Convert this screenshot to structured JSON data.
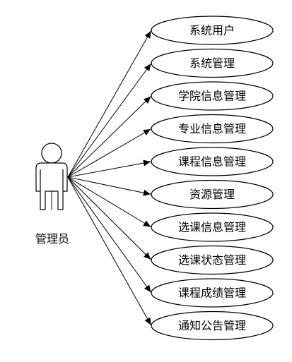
{
  "actor": {
    "label": "管理员"
  },
  "use_cases": [
    {
      "label": "系统用户"
    },
    {
      "label": "系统管理"
    },
    {
      "label": "学院信息管理"
    },
    {
      "label": "专业信息管理"
    },
    {
      "label": "课程信息管理"
    },
    {
      "label": "资源管理"
    },
    {
      "label": "选课信息管理"
    },
    {
      "label": "选课状态管理"
    },
    {
      "label": "课程成绩管理"
    },
    {
      "label": "通知公告管理"
    }
  ],
  "colors": {
    "stroke": "#000000",
    "fill": "#ffffff"
  }
}
